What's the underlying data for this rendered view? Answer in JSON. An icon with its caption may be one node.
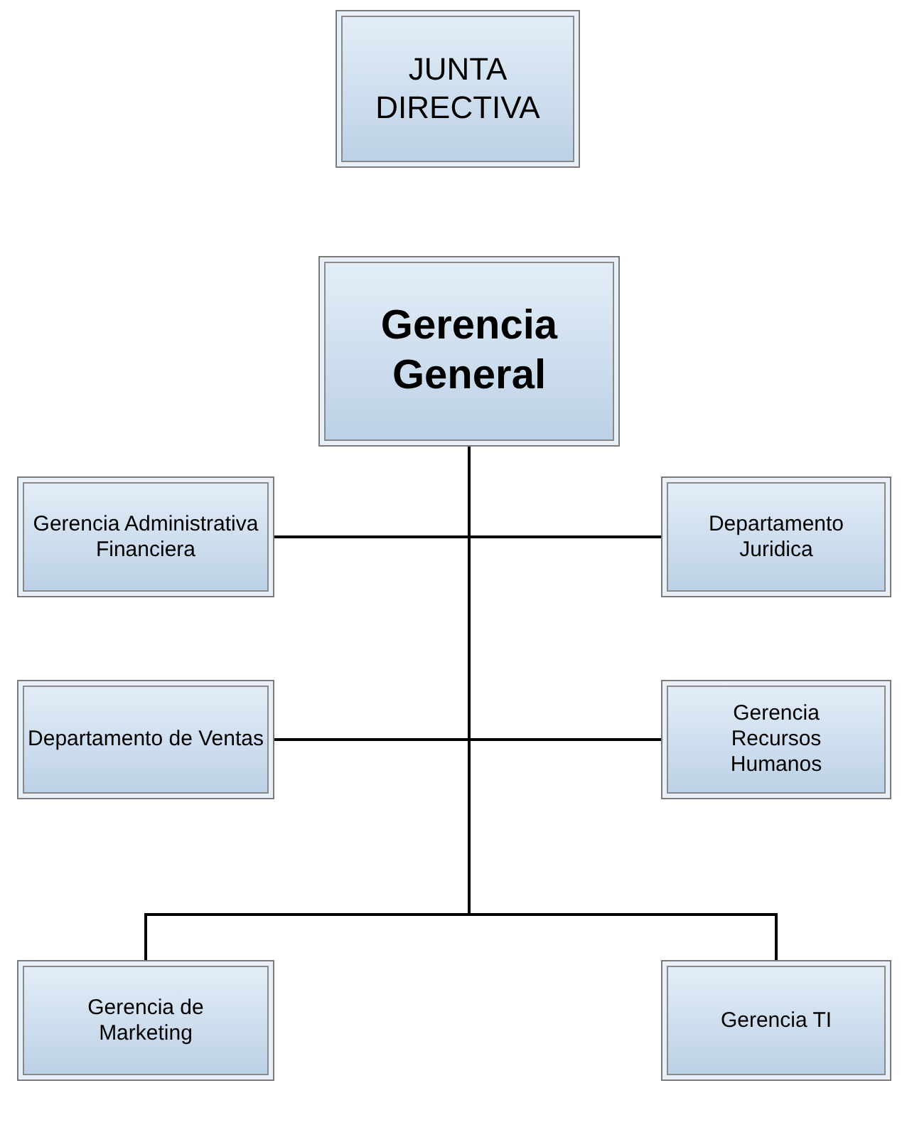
{
  "diagram": {
    "nodes": [
      {
        "text": [
          "JUNTA DIRECTIVA"
        ]
      },
      {
        "text": [
          "Gerencia General"
        ]
      },
      {
        "text": [
          "Gerencia Administrativa Financiera"
        ]
      },
      {
        "text": [
          "Departamento Juridica"
        ]
      },
      {
        "text": [
          "Departamento de Ventas"
        ]
      },
      {
        "text": [
          "Gerencia Recursos Humanos"
        ]
      },
      {
        "text": [
          "Gerencia de Marketing"
        ]
      },
      {
        "text": [
          "Gerencia TI"
        ]
      }
    ],
    "edges": [
      {
        "from": 1,
        "to": 2,
        "arrow": "none"
      },
      {
        "from": 1,
        "to": 3,
        "arrow": "none"
      },
      {
        "from": 1,
        "to": 4,
        "arrow": "none"
      },
      {
        "from": 1,
        "to": 5,
        "arrow": "none"
      },
      {
        "from": 1,
        "to": 6,
        "arrow": "none"
      },
      {
        "from": 1,
        "to": 7,
        "arrow": "none"
      }
    ]
  }
}
